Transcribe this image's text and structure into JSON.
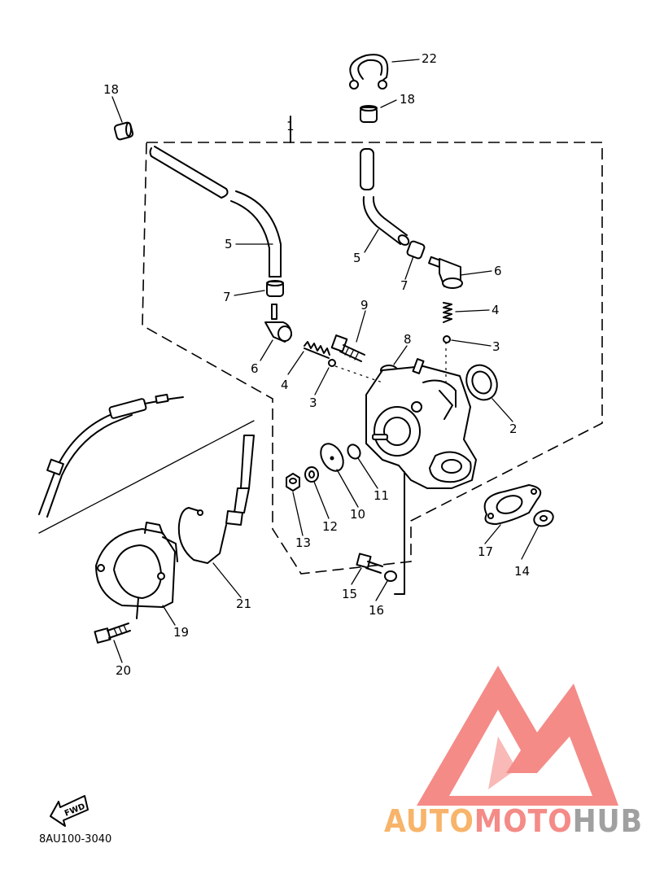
{
  "diagram": {
    "callouts": [
      "1",
      "2",
      "3",
      "3",
      "4",
      "4",
      "5",
      "5",
      "6",
      "6",
      "7",
      "7",
      "8",
      "9",
      "10",
      "11",
      "12",
      "13",
      "14",
      "15",
      "16",
      "17",
      "18",
      "18",
      "19",
      "20",
      "21",
      "22"
    ],
    "catalog_code": "8AU100-3040",
    "fwd_label": "FWD"
  },
  "watermark": {
    "word_orange": "AUTO",
    "word_red": "MOTO",
    "word_gray": "HUB",
    "color_orange": "#f7b46a",
    "color_red": "#f48b87",
    "color_gray": "#a0a0a0"
  }
}
